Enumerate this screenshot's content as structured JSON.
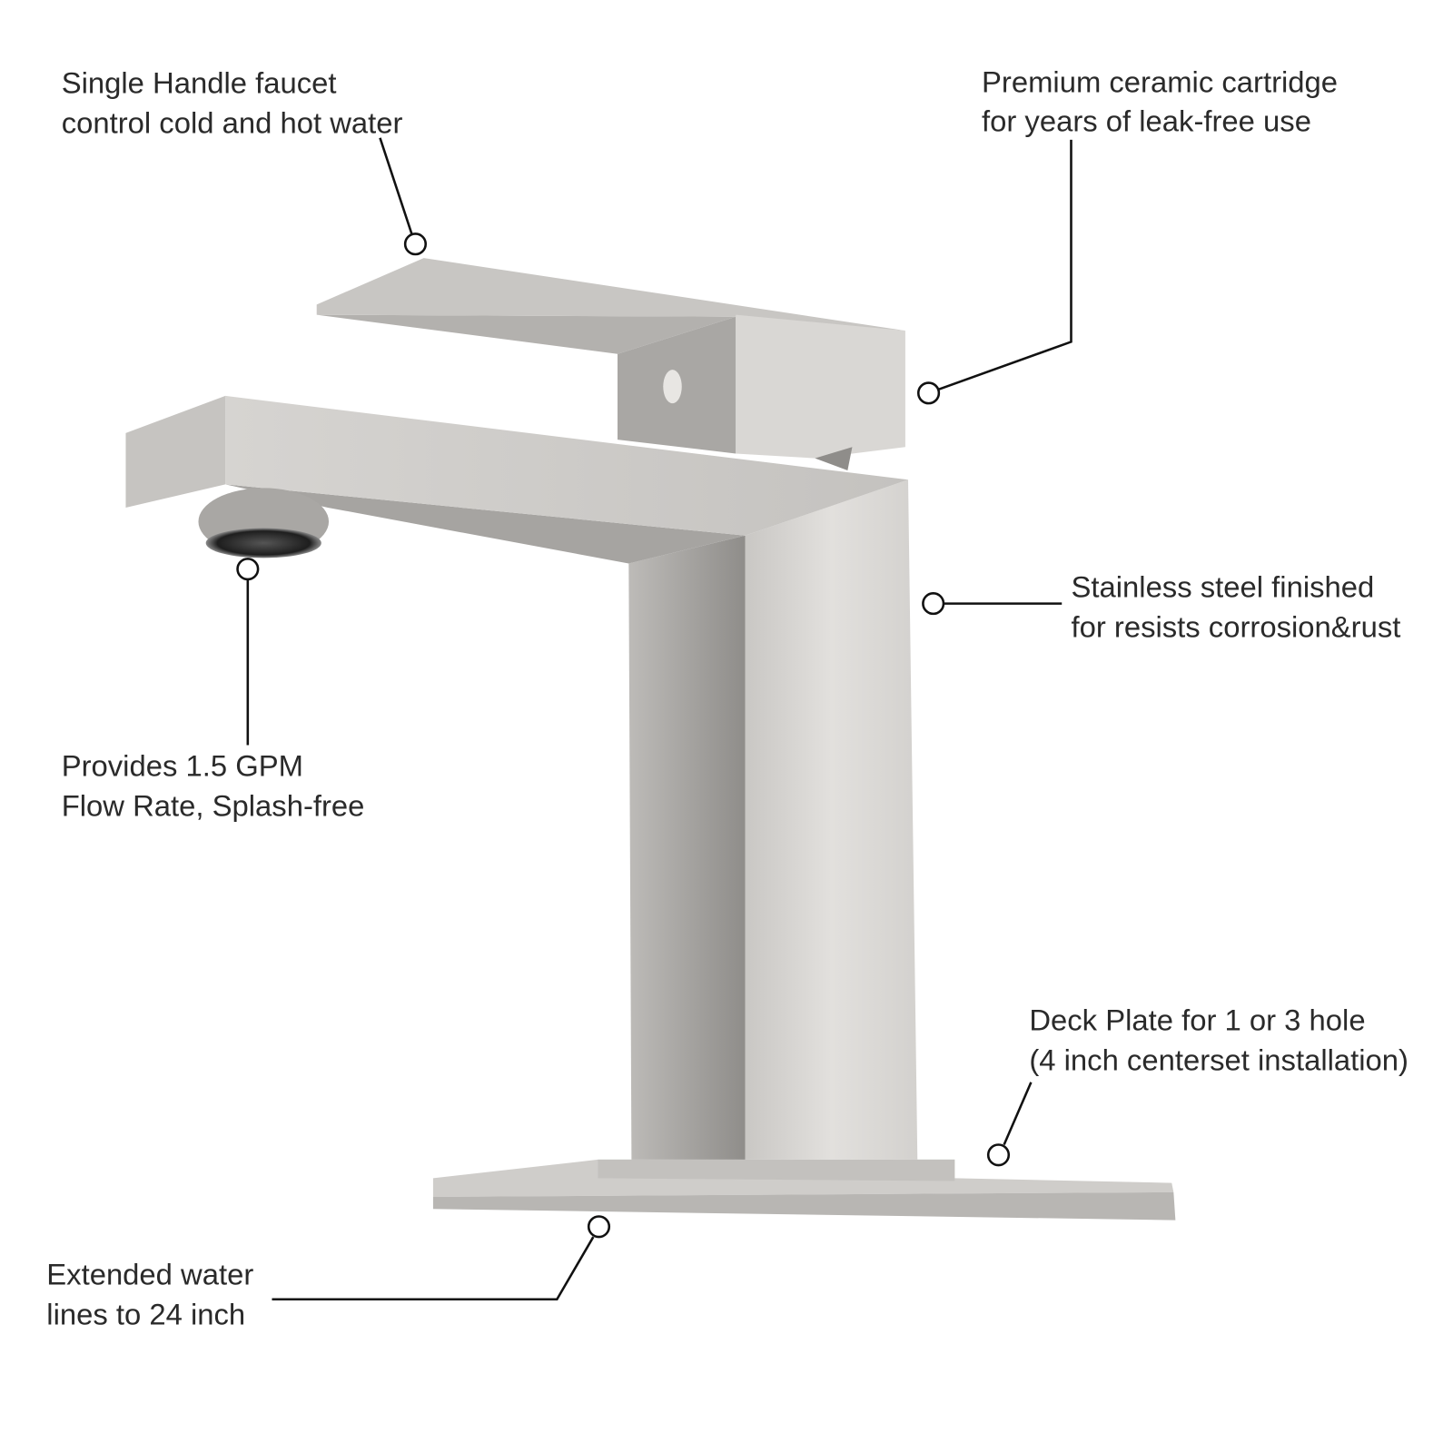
{
  "callouts": [
    {
      "id": "handle",
      "lines": [
        "Single Handle faucet",
        "control cold and hot water"
      ]
    },
    {
      "id": "cartridge",
      "lines": [
        "Premium ceramic cartridge",
        "for years of leak-free use"
      ]
    },
    {
      "id": "steel",
      "lines": [
        "Stainless steel finished",
        "for resists corrosion&rust"
      ]
    },
    {
      "id": "aerator",
      "lines": [
        "Provides 1.5 GPM",
        "Flow Rate, Splash-free"
      ]
    },
    {
      "id": "deck",
      "lines": [
        "Deck Plate for 1 or 3 hole",
        "(4 inch centerset installation)"
      ]
    },
    {
      "id": "waterlines",
      "lines": [
        "Extended water",
        "lines to 24 inch"
      ]
    }
  ],
  "colors": {
    "metal_light": "#dcdad7",
    "metal_mid": "#b9b7b4",
    "metal_dark": "#9a9895",
    "text": "#2a2a2a"
  }
}
